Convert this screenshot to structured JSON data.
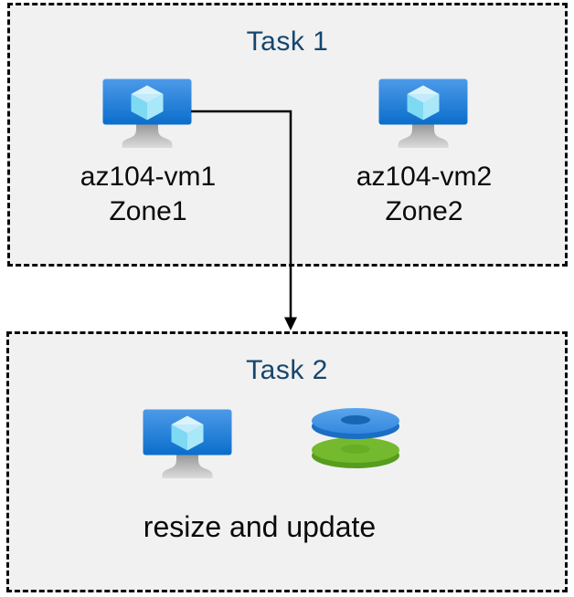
{
  "task1": {
    "title": "Task 1",
    "vms": [
      {
        "name": "az104-vm1",
        "zone": "Zone1",
        "icon": "virtual-machine-icon"
      },
      {
        "name": "az104-vm2",
        "zone": "Zone2",
        "icon": "virtual-machine-icon"
      }
    ]
  },
  "arrow": {
    "from": "az104-vm1",
    "to": "Task 2"
  },
  "task2": {
    "title": "Task 2",
    "icons": [
      "virtual-machine-icon",
      "disks-icon"
    ],
    "action_label": "resize and update"
  },
  "colors": {
    "title_blue": "#16466e",
    "box_fill": "#f1f1f1",
    "box_border": "#0a0a0a",
    "arrow": "#000000",
    "vm_screen_top": "#4d9ae9",
    "vm_screen_bottom": "#0a6ecb",
    "cube_cyan": "#7ed9f3",
    "disk_blue_top": "#4697e7",
    "disk_blue_side": "#1b6ec5",
    "disk_blue_hole": "#1766b3",
    "disk_green_top": "#75ba2e",
    "disk_green_side": "#569c1d",
    "disk_green_hole": "#68ae25"
  }
}
